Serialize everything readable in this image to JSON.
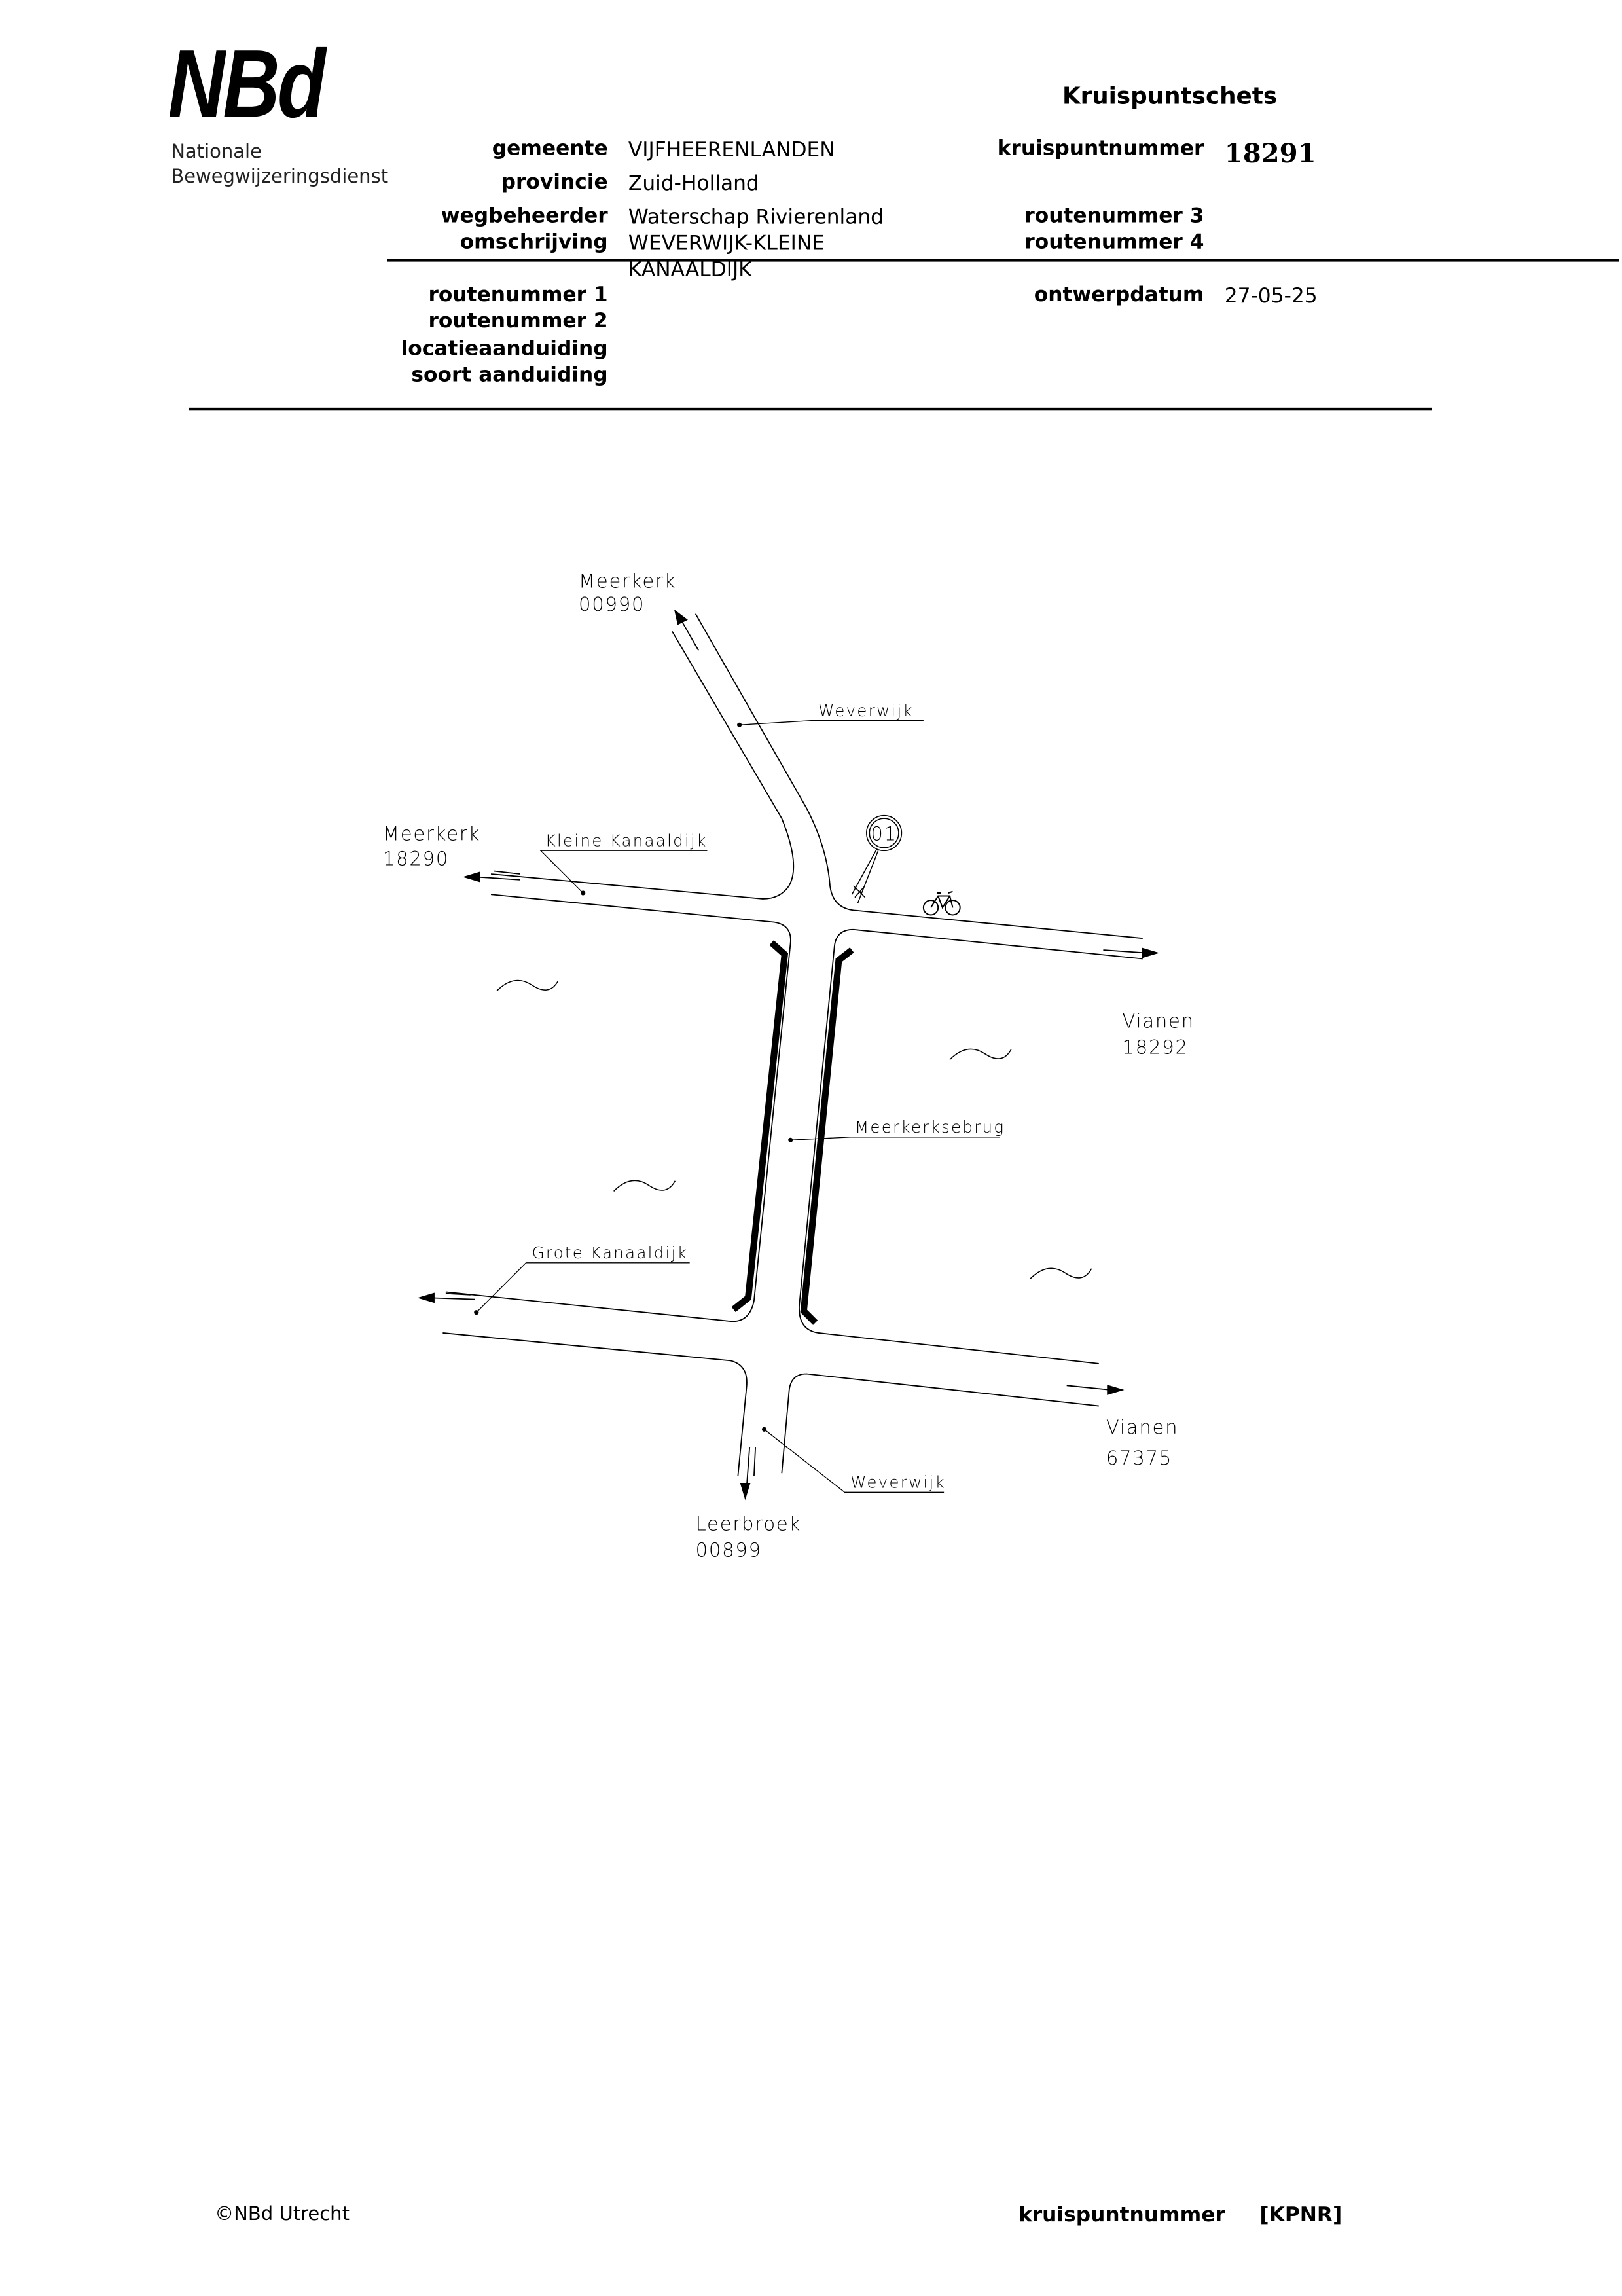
{
  "header": {
    "logo": "NBd",
    "org_line1": "Nationale",
    "org_line2": "Bewegwijzeringsdienst",
    "title": "Kruispuntschets"
  },
  "fields_left": [
    {
      "label": "gemeente",
      "value": "VIJFHEERENLANDEN"
    },
    {
      "label": "provincie",
      "value": "Zuid-Holland"
    },
    {
      "label": "wegbeheerder",
      "value": "Waterschap Rivierenland"
    },
    {
      "label": "omschrijving",
      "value": "WEVERWIJK-KLEINE",
      "value2": "KANAALDIJK"
    },
    {
      "label": "routenummer 1",
      "value": ""
    },
    {
      "label": "routenummer 2",
      "value": ""
    },
    {
      "label": "locatieaanduiding",
      "value": ""
    },
    {
      "label": "soort aanduiding",
      "value": ""
    }
  ],
  "fields_right": [
    {
      "label": "kruispuntnummer",
      "value": "18291"
    },
    {
      "label": "routenummer 3",
      "value": ""
    },
    {
      "label": "routenummer 4",
      "value": ""
    },
    {
      "label": "ontwerpdatum",
      "value": "27-05-25"
    }
  ],
  "diagram": {
    "destinations": [
      {
        "name": "Meerkerk",
        "number": "00990"
      },
      {
        "name": "Meerkerk",
        "number": "18290"
      },
      {
        "name": "Vianen",
        "number": "18292"
      },
      {
        "name": "Vianen",
        "number": "67375"
      },
      {
        "name": "Leerbroek",
        "number": "00899"
      }
    ],
    "roads": [
      "Weverwijk",
      "Kleine Kanaaldijk",
      "Meerkerksebrug",
      "Grote Kanaaldijk",
      "Weverwijk"
    ],
    "sign_marker": "01",
    "icons": [
      "bicycle-icon",
      "water-wave-icon"
    ]
  },
  "footer": {
    "copyright": "©NBd Utrecht",
    "label": "kruispuntnummer",
    "value": "[KPNR]"
  }
}
